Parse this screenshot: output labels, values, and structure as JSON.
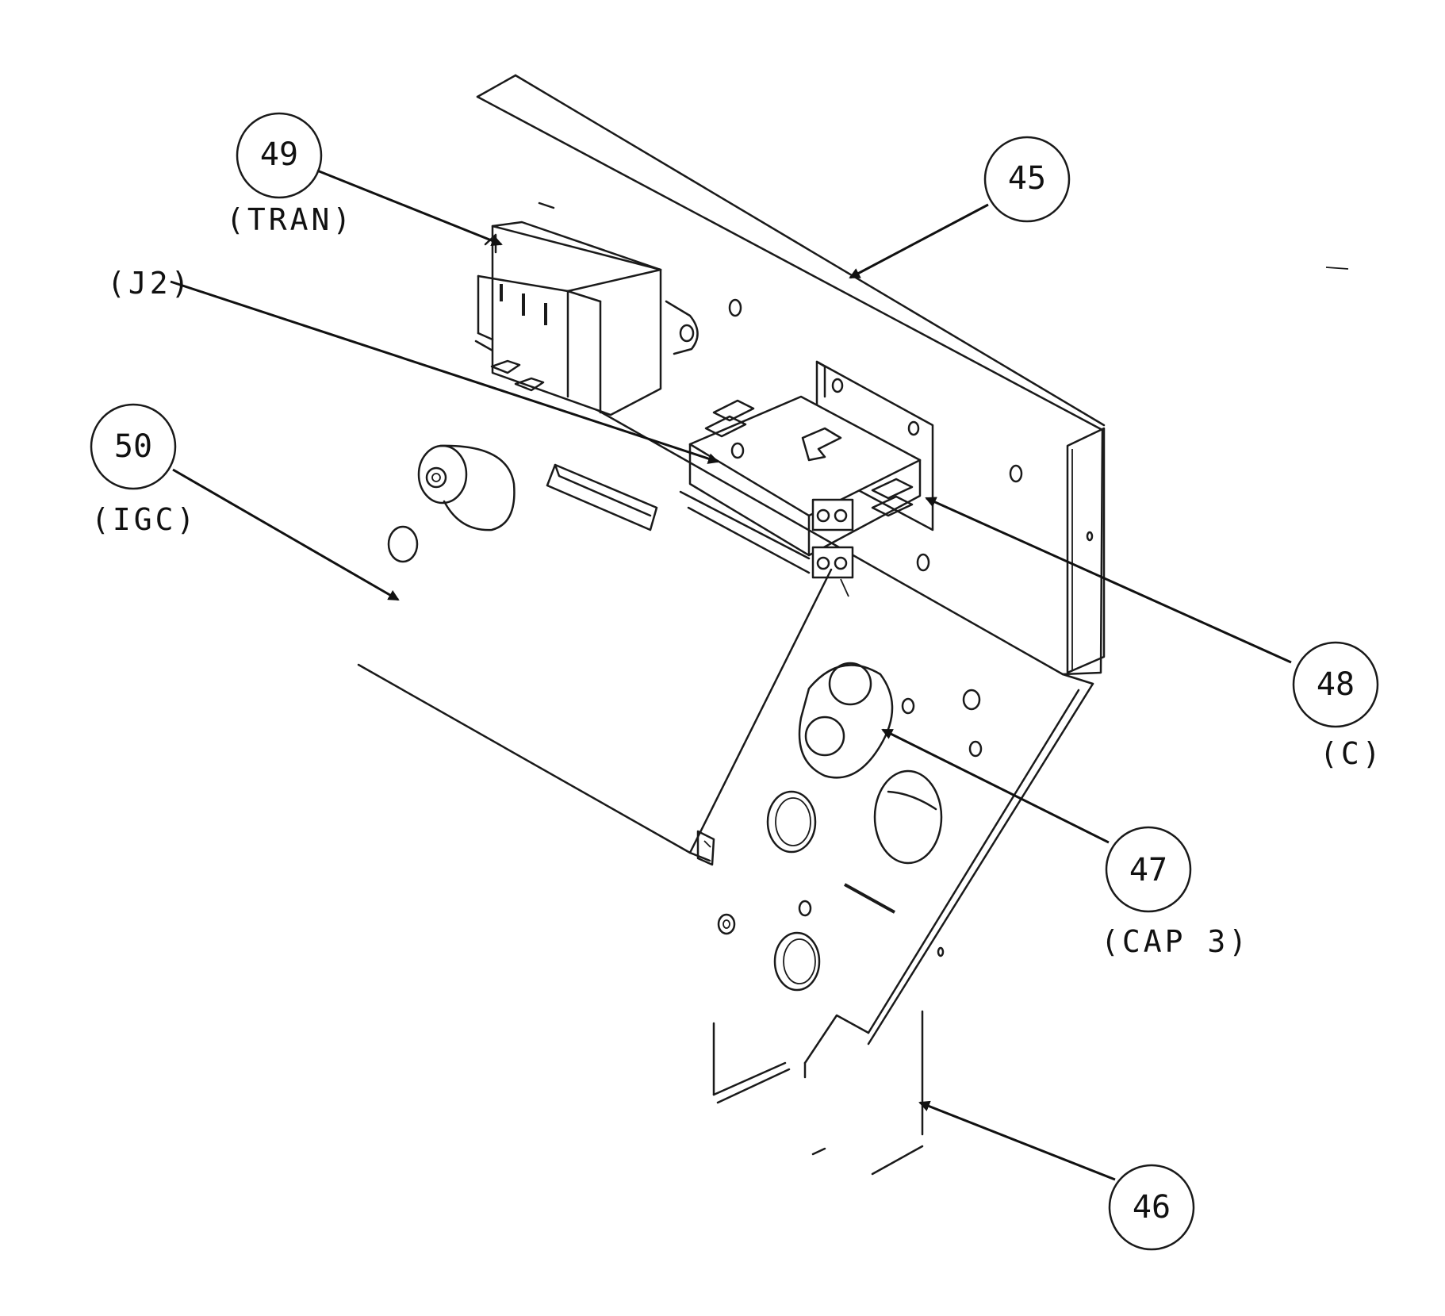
{
  "callouts": [
    {
      "id": "45",
      "number": "45",
      "label": ""
    },
    {
      "id": "46",
      "number": "46",
      "label": ""
    },
    {
      "id": "47",
      "number": "47",
      "label": "(CAP 3)"
    },
    {
      "id": "48",
      "number": "48",
      "label": "(C)"
    },
    {
      "id": "49",
      "number": "49",
      "label": "(TRAN)"
    },
    {
      "id": "50",
      "number": "50",
      "label": "(IGC)"
    }
  ],
  "labels": {
    "j2": "(J2)"
  }
}
